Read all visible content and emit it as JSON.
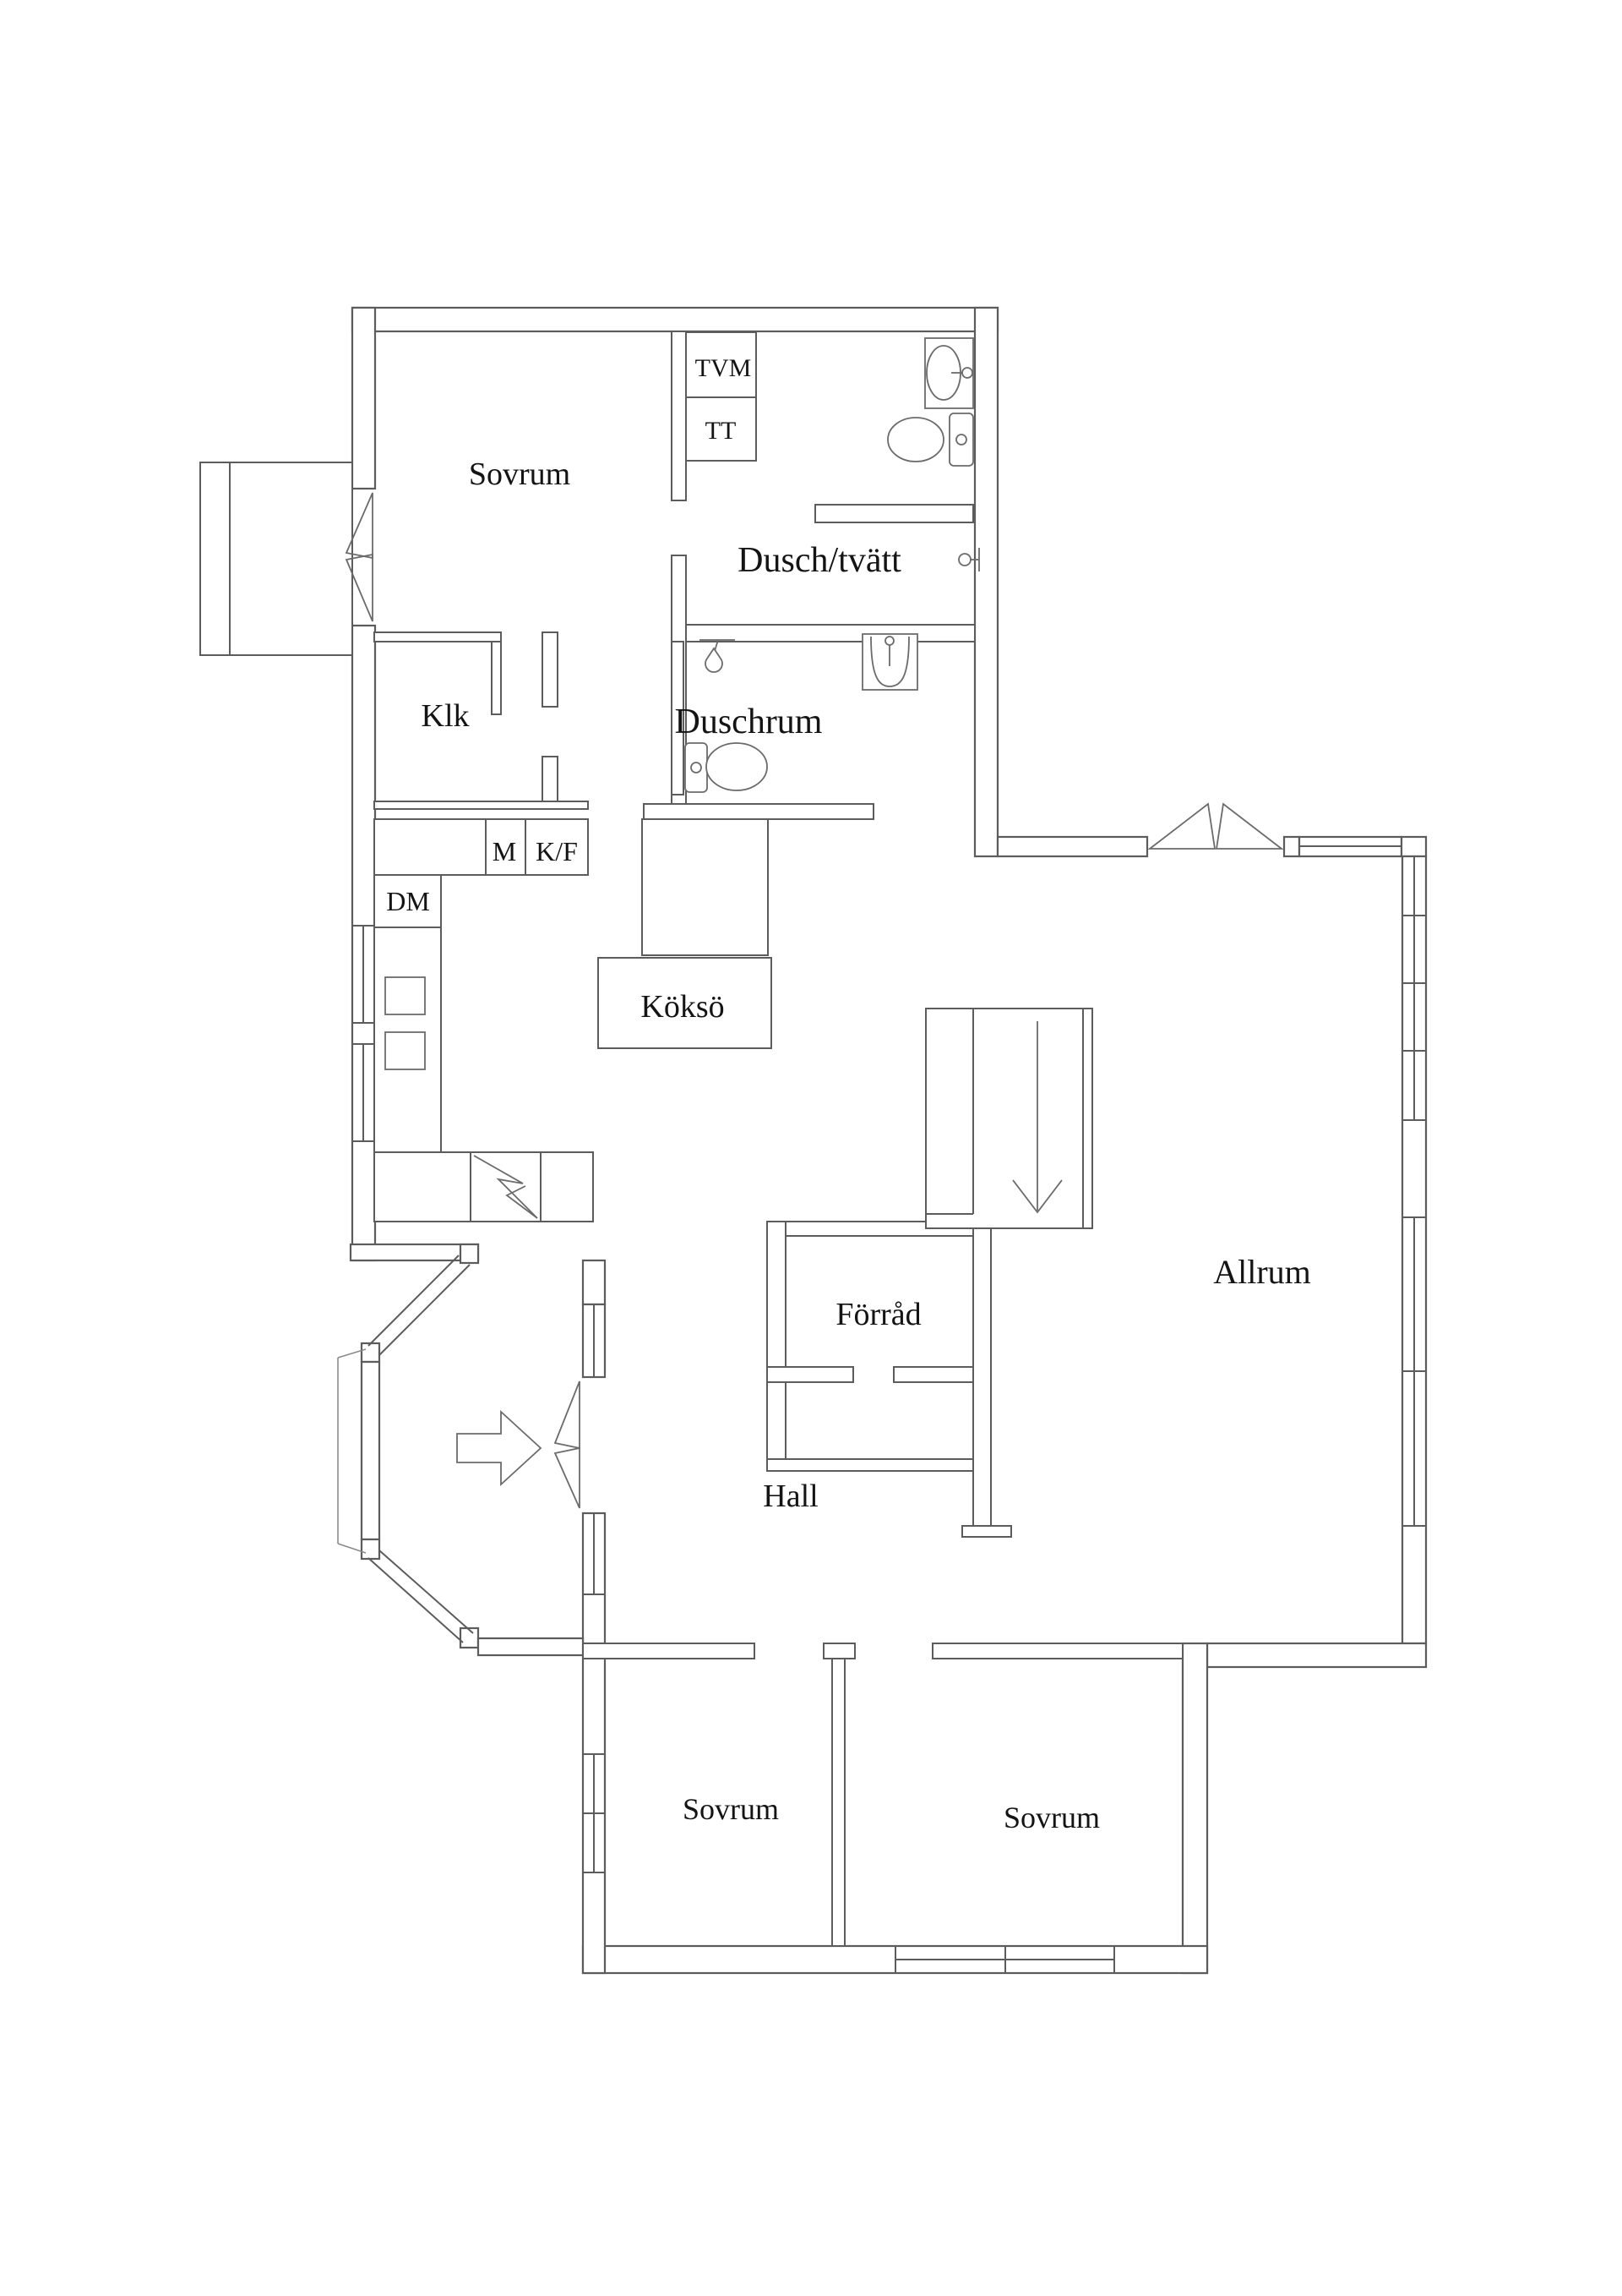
{
  "title": "Floor plan (Swedish single-family house, entry level)",
  "colors": {
    "background": "#ffffff",
    "wall_line": "#5c5c5c",
    "text": "#141414"
  },
  "labels": {
    "sovrum_top": "Sovrum",
    "dusch_tvatt": "Dusch/tvätt",
    "klk": "Klk",
    "duschrum": "Duschrum",
    "tvm": "TVM",
    "tt": "TT",
    "m": "M",
    "kf": "K/F",
    "dm": "DM",
    "kokso": "Köksö",
    "forrad": "Förråd",
    "allrum": "Allrum",
    "hall": "Hall",
    "sovrum_sw": "Sovrum",
    "sovrum_se": "Sovrum"
  },
  "icons": [
    "toilet-icon",
    "sink-icon",
    "shower-icon",
    "bench-icon",
    "table-icon",
    "stairs-down-arrow-icon",
    "entry-arrow-icon",
    "fireplace-icon",
    "double-door-swing-icon",
    "window-icon",
    "door-handle-icon"
  ]
}
